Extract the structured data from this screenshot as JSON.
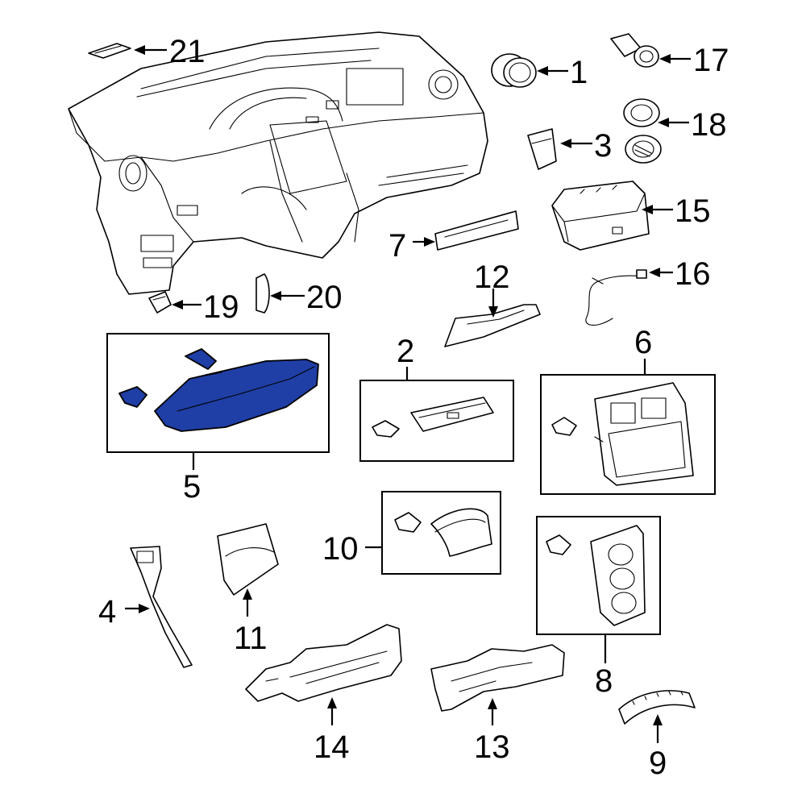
{
  "highlight_color": "#1f3fa6",
  "callouts": {
    "c1": "1",
    "c2": "2",
    "c3": "3",
    "c4": "4",
    "c5": "5",
    "c6": "6",
    "c7": "7",
    "c8": "8",
    "c9": "9",
    "c10": "10",
    "c11": "11",
    "c12": "12",
    "c13": "13",
    "c14": "14",
    "c15": "15",
    "c16": "16",
    "c17": "17",
    "c18": "18",
    "c19": "19",
    "c20": "20",
    "c21": "21"
  }
}
